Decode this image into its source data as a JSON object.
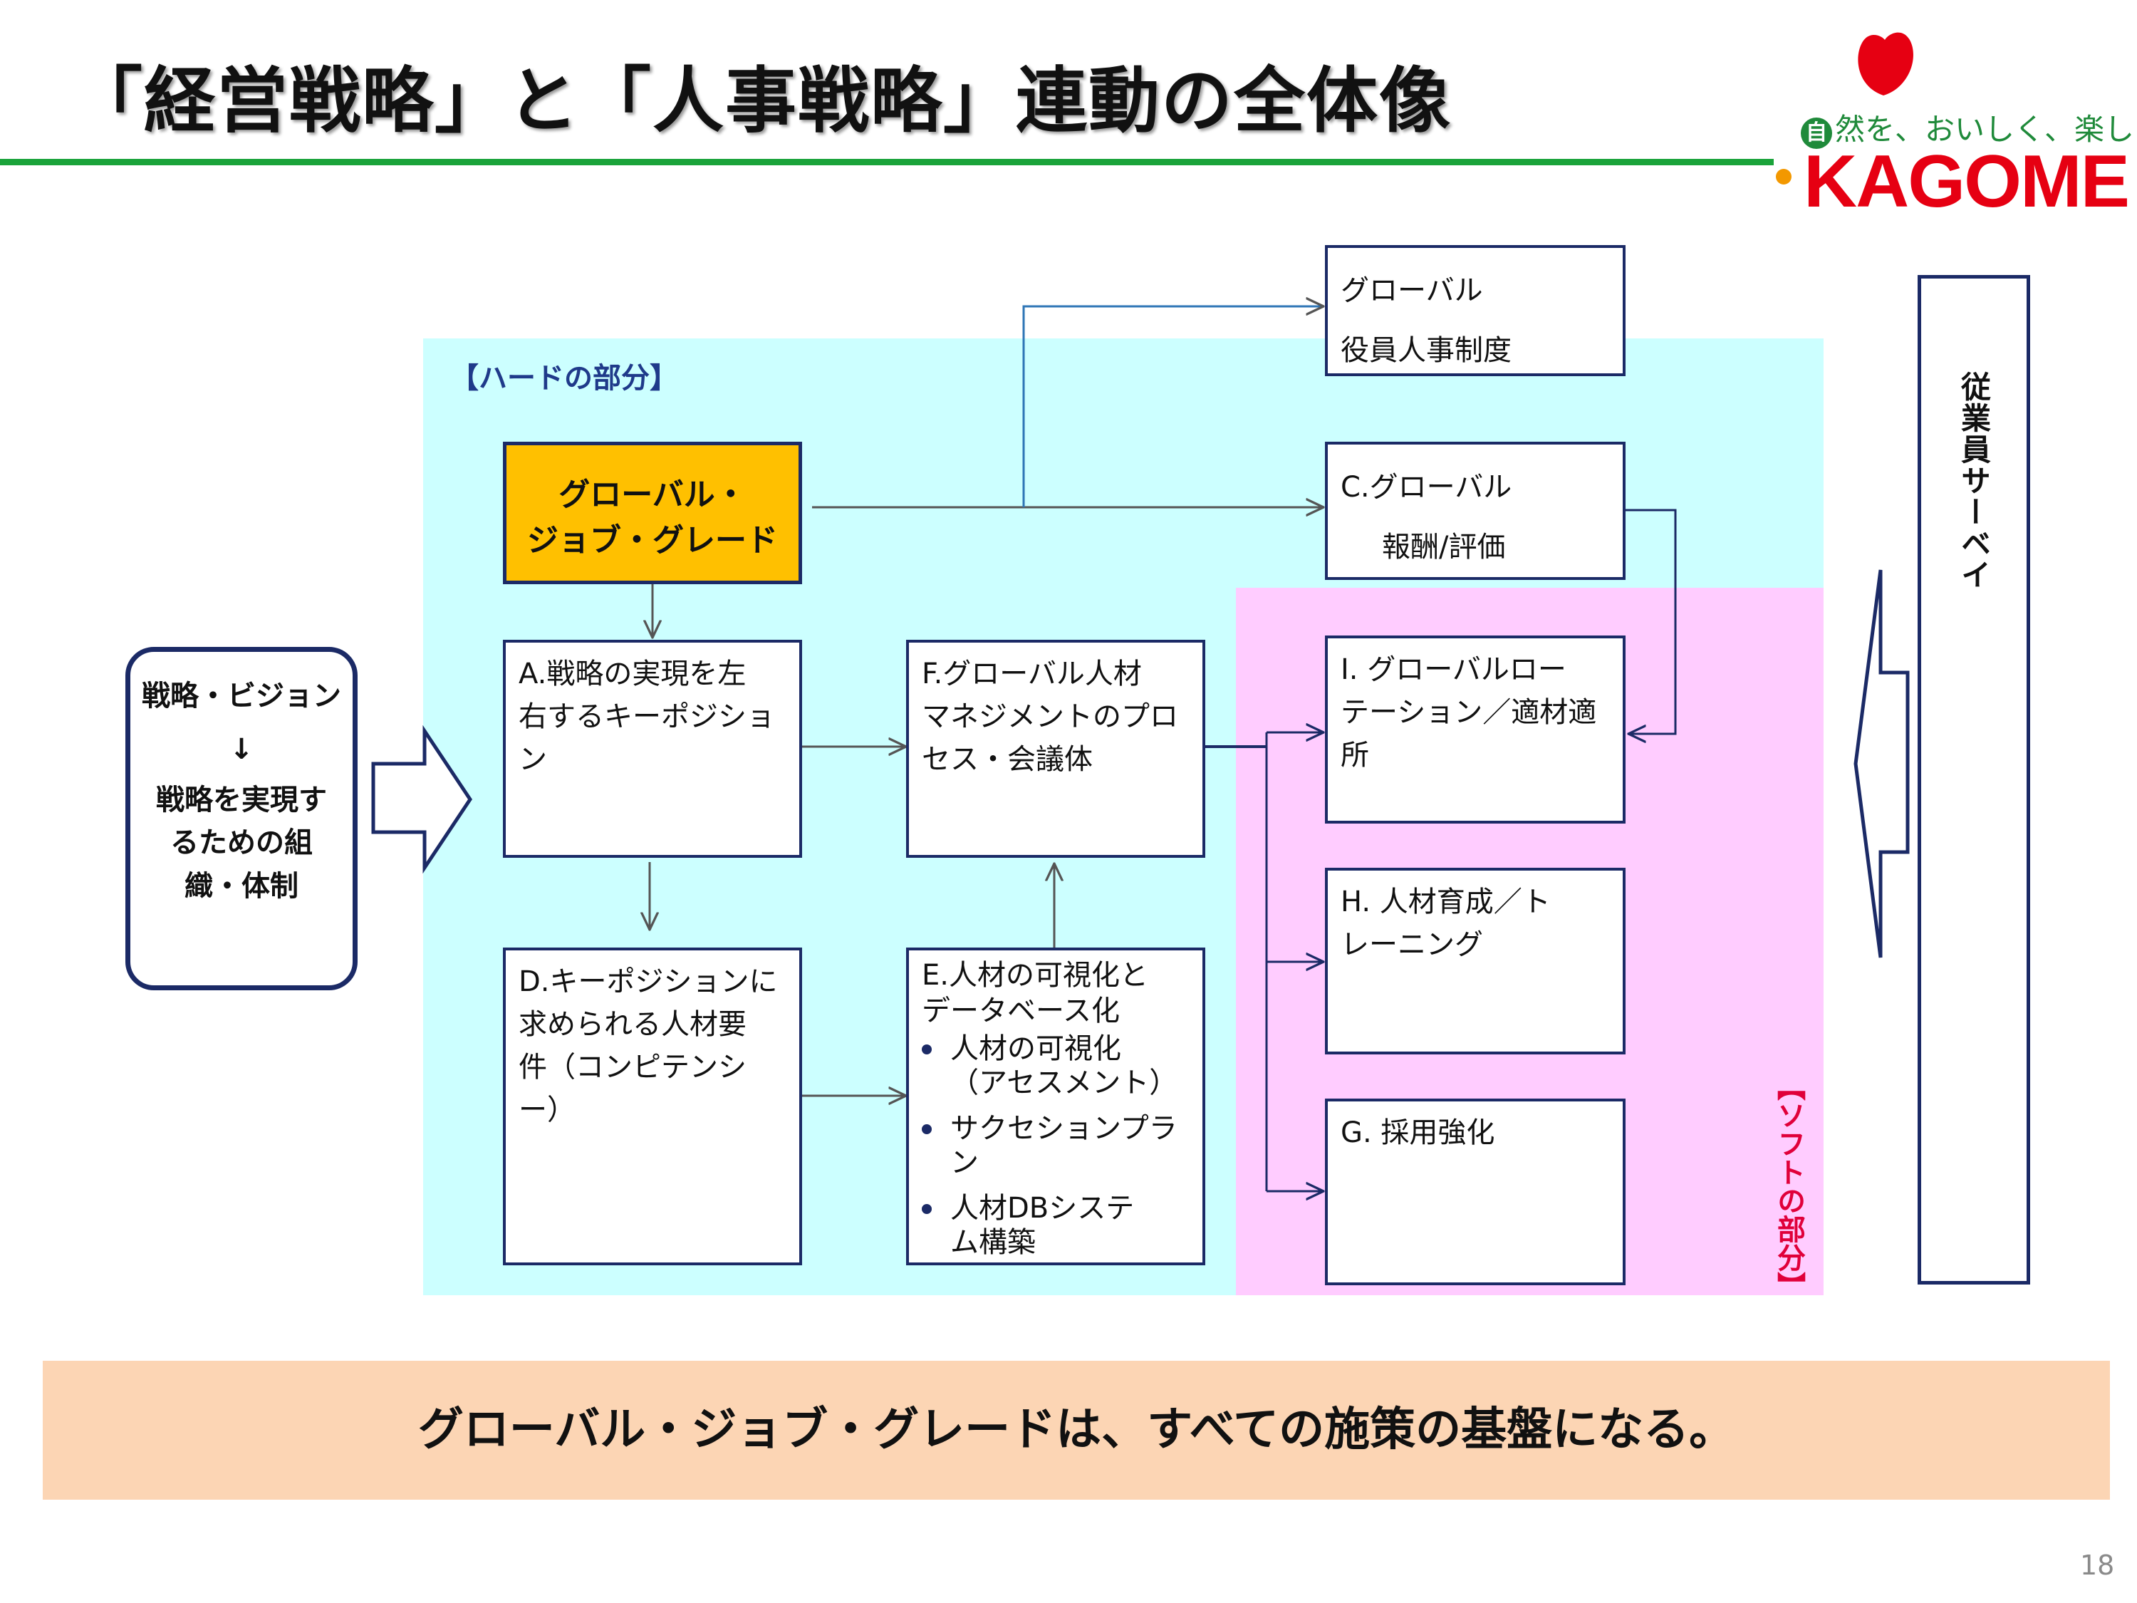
{
  "header": {
    "title": "「経営戦略」と「人事戦略」連動の全体像",
    "slogan_mark": "自",
    "slogan_text": "然を、おいしく、楽しく。",
    "brand": "KAGOME"
  },
  "regions": {
    "hard_label": "【ハードの部分】",
    "soft_label": "【ソフトの部分】"
  },
  "left_box": {
    "line1": "戦略・ビジョン",
    "arrow": "↓",
    "line2": "戦略を実現す",
    "line3": "るための組",
    "line4": "織・体制"
  },
  "job_grade": {
    "line1": "グローバル・",
    "line2": "ジョブ・グレード"
  },
  "boxes": {
    "executive": {
      "line1": "グローバル",
      "line2": "役員人事制度"
    },
    "c": {
      "line1": "C.グローバル",
      "line2": "報酬/評価"
    },
    "a": {
      "line1": "A.戦略の実現を左",
      "line2": "右するキーポジショ",
      "line3": "ン"
    },
    "f": {
      "line1": "F.グローバル人材",
      "line2": "マネジメントのプロ",
      "line3": "セス・会議体"
    },
    "i": {
      "line1": "I. グローバルロー",
      "line2": "テーション／適材適",
      "line3": "所"
    },
    "h": {
      "line1": "H. 人材育成／ト",
      "line2": "レーニング"
    },
    "g": {
      "line1": "G. 採用強化"
    },
    "d": {
      "line1": "D.キーポジションに",
      "line2": "求められる人材要",
      "line3": "件（コンピテンシー）"
    },
    "e": {
      "line1": "E.人材の可視化と",
      "line2": "データベース化",
      "bullets": [
        {
          "a": "人材の可視化",
          "b": "（アセスメント）"
        },
        {
          "a": "サクセションプラ",
          "b": "ン"
        },
        {
          "a": "人材DBシステ",
          "b": "ム構築"
        }
      ]
    }
  },
  "survey": "従業員サーベイ",
  "banner": "グローバル・ジョブ・グレードは、すべての施策の基盤になる。",
  "page_number": "18",
  "colors": {
    "hard_bg": "#ccffff",
    "soft_bg": "#ffccff",
    "job_grade_bg": "#ffc000",
    "banner_bg": "#fcd5b4",
    "green_rule": "#1aa33a",
    "brand_red": "#e60012",
    "box_border": "#1b2a66"
  },
  "icons": [
    "tomato-logo-icon",
    "block-arrow-right-icon",
    "block-arrow-left-icon"
  ]
}
